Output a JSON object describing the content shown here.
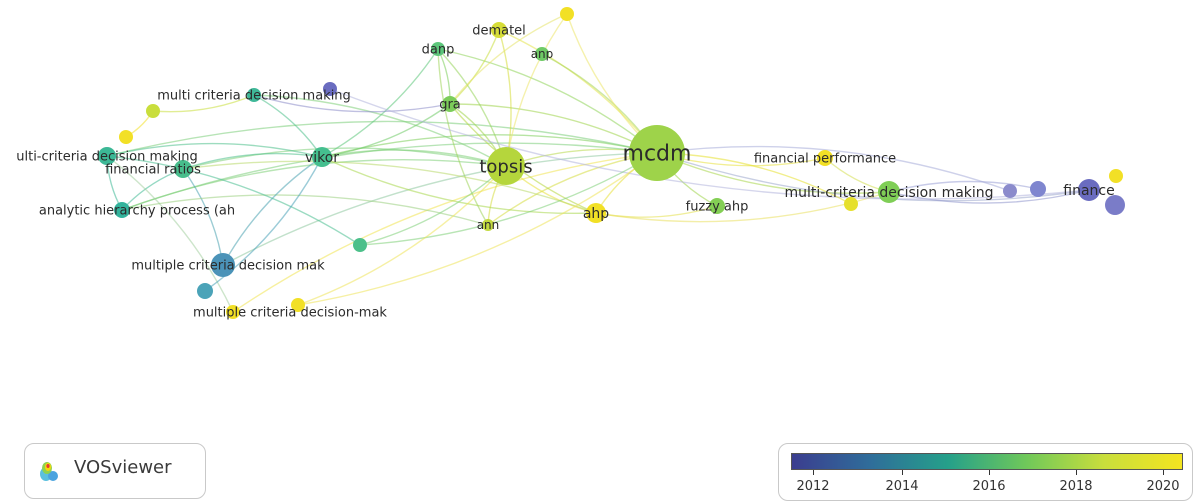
{
  "app": {
    "logo_label": "VOSviewer"
  },
  "legend": {
    "ticks": [
      "2012",
      "2014",
      "2016",
      "2018",
      "2020"
    ],
    "gradient": [
      "#3b3d8f",
      "#2f6d9a",
      "#25a08a",
      "#6fc85a",
      "#c9de3c",
      "#f4e520"
    ]
  },
  "network": {
    "nodes": [
      {
        "id": "mcdm",
        "label": "mcdm",
        "color": "#9ed34a"
      },
      {
        "id": "topsis",
        "label": "topsis",
        "color": "#b5d63c"
      },
      {
        "id": "vikor",
        "label": "vikor",
        "color": "#45bf8f"
      },
      {
        "id": "ahp",
        "label": "ahp",
        "color": "#f2e026"
      },
      {
        "id": "gra",
        "label": "gra",
        "color": "#7ccd5a"
      },
      {
        "id": "dematel",
        "label": "dematel",
        "color": "#d6dd38"
      },
      {
        "id": "danp",
        "label": "danp",
        "color": "#5cc67a"
      },
      {
        "id": "anp",
        "label": "anp",
        "color": "#6fca66"
      },
      {
        "id": "ann",
        "label": "ann",
        "color": "#c3da40"
      },
      {
        "id": "fuzzy-ahp",
        "label": "fuzzy ahp",
        "color": "#84cf55"
      },
      {
        "id": "financial-performance",
        "label": "financial performance",
        "color": "#f2e026"
      },
      {
        "id": "multi-criteria-decision-making-2",
        "label": "multi-criteria decision making",
        "color": "#7fce56"
      },
      {
        "id": "finance",
        "label": "finance",
        "color": "#6a6cc0"
      },
      {
        "id": "multi-criteria-decision-making",
        "label": "multi criteria decision making",
        "color": "#3fb898"
      },
      {
        "id": "ulti-criteria-decision-making",
        "label": "ulti-criteria decision making",
        "color": "#3cb896"
      },
      {
        "id": "financial-ratios",
        "label": "financial ratios",
        "color": "#47bd8c"
      },
      {
        "id": "analytic-hierarchy-process",
        "label": "analytic hierarchy process (ah",
        "color": "#33b39c"
      },
      {
        "id": "multiple-criteria-decision-mak",
        "label": "multiple criteria decision mak",
        "color": "#4b93b8"
      },
      {
        "id": "multiple-criteria-decision-mak-2",
        "label": "multiple criteria decision-mak",
        "color": "#f2e026"
      }
    ]
  }
}
